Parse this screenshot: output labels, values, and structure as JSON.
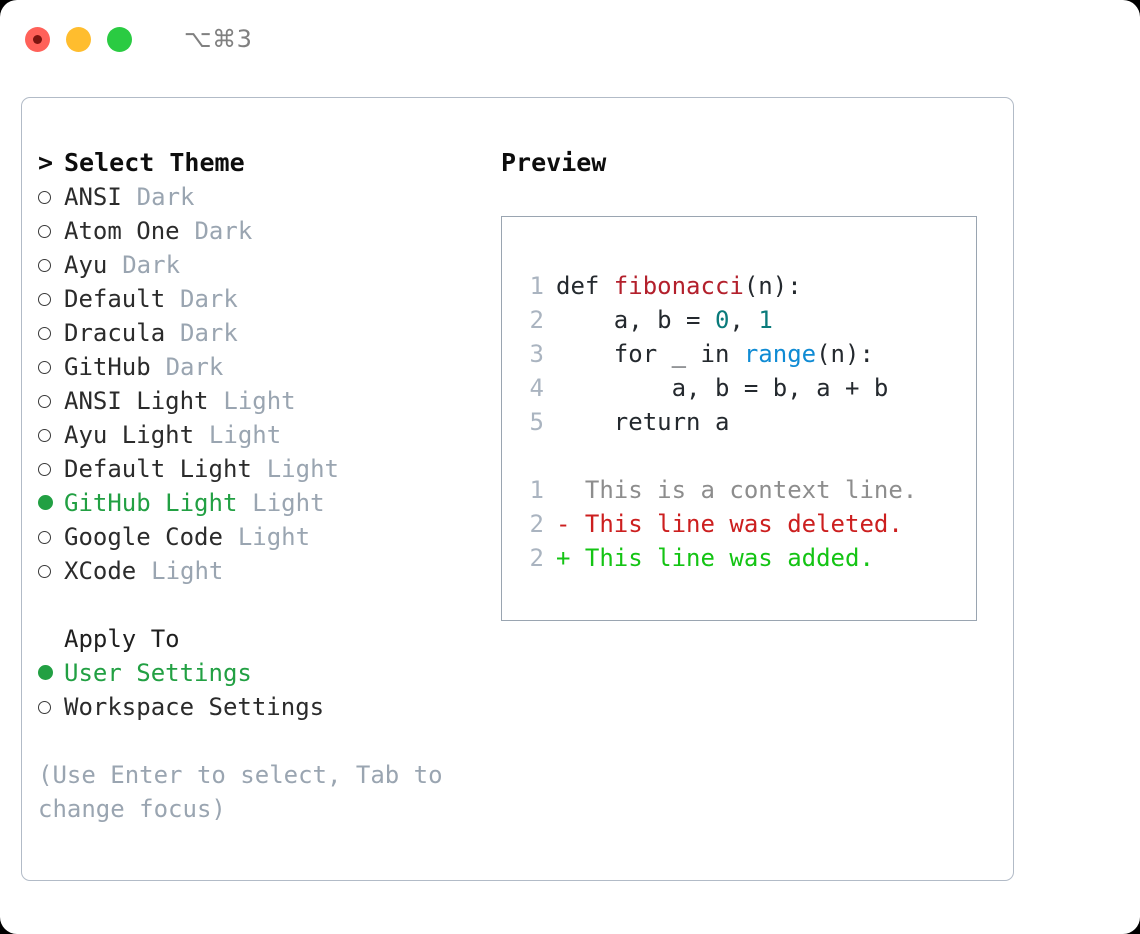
{
  "titlebar": {
    "shortcut": "⌥⌘3",
    "lights": [
      {
        "name": "close",
        "color": "#ff6159"
      },
      {
        "name": "minimize",
        "color": "#ffbd2e"
      },
      {
        "name": "maximize",
        "color": "#2acb42"
      }
    ]
  },
  "theme_picker": {
    "heading": "Select Theme",
    "caret": ">",
    "marker_unselected": "o",
    "marker_selected": "●",
    "selected_color": "#22a043",
    "variant_color": "#9aa5b1",
    "items": [
      {
        "name": "ANSI",
        "variant": "Dark",
        "selected": false
      },
      {
        "name": "Atom One",
        "variant": "Dark",
        "selected": false
      },
      {
        "name": "Ayu",
        "variant": "Dark",
        "selected": false
      },
      {
        "name": "Default",
        "variant": "Dark",
        "selected": false
      },
      {
        "name": "Dracula",
        "variant": "Dark",
        "selected": false
      },
      {
        "name": "GitHub",
        "variant": "Dark",
        "selected": false
      },
      {
        "name": "ANSI Light",
        "variant": "Light",
        "selected": false
      },
      {
        "name": "Ayu Light",
        "variant": "Light",
        "selected": false
      },
      {
        "name": "Default Light",
        "variant": "Light",
        "selected": false
      },
      {
        "name": "GitHub Light",
        "variant": "Light",
        "selected": true
      },
      {
        "name": "Google Code",
        "variant": "Light",
        "selected": false
      },
      {
        "name": "XCode",
        "variant": "Light",
        "selected": false
      }
    ]
  },
  "apply_to": {
    "heading": "Apply To",
    "items": [
      {
        "label": "User Settings",
        "selected": true
      },
      {
        "label": "Workspace Settings",
        "selected": false
      }
    ]
  },
  "hint": "(Use Enter to select, Tab to\nchange focus)",
  "preview": {
    "title": "Preview",
    "code_lines": [
      {
        "num": "1",
        "tokens": [
          {
            "text": "def ",
            "cls": "tok-plain"
          },
          {
            "text": "fibonacci",
            "cls": "tok-fn"
          },
          {
            "text": "(n):",
            "cls": "tok-plain"
          }
        ]
      },
      {
        "num": "2",
        "tokens": [
          {
            "text": "    a, b = ",
            "cls": "tok-plain"
          },
          {
            "text": "0",
            "cls": "tok-num"
          },
          {
            "text": ", ",
            "cls": "tok-plain"
          },
          {
            "text": "1",
            "cls": "tok-num"
          }
        ]
      },
      {
        "num": "3",
        "tokens": [
          {
            "text": "    for _ in ",
            "cls": "tok-plain"
          },
          {
            "text": "range",
            "cls": "tok-blue"
          },
          {
            "text": "(n):",
            "cls": "tok-plain"
          }
        ]
      },
      {
        "num": "4",
        "tokens": [
          {
            "text": "        a, b = b, a + b",
            "cls": "tok-plain"
          }
        ]
      },
      {
        "num": "5",
        "tokens": [
          {
            "text": "    return a",
            "cls": "tok-plain"
          }
        ]
      }
    ],
    "diff_lines": [
      {
        "num": "1",
        "sign": " ",
        "text": "This is a context line.",
        "cls": "diff-ctx"
      },
      {
        "num": "2",
        "sign": "-",
        "text": "This line was deleted.",
        "cls": "diff-del"
      },
      {
        "num": "2",
        "sign": "+",
        "text": "This line was added.",
        "cls": "diff-add"
      }
    ]
  }
}
